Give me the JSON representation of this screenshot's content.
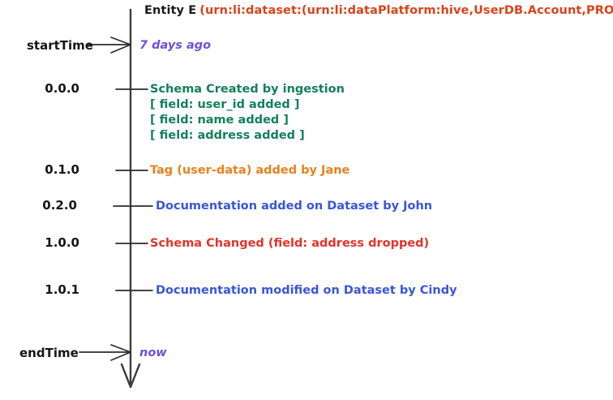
{
  "diagram": {
    "kind": "entity-version-timeline",
    "title": {
      "entity_label": "Entity E",
      "entity_urn": "(urn:li:dataset:(urn:li:dataPlatform:hive,UserDB.Account,PROD)"
    },
    "bounds": {
      "start": {
        "label": "startTime",
        "value": "7 days ago"
      },
      "end": {
        "label": "endTime",
        "value": "now"
      }
    },
    "colors": {
      "green": "#14805a",
      "orange": "#e8811e",
      "blue": "#3a55d8",
      "red": "#e0342a",
      "purple": "#6b52d6",
      "urn": "#d9431a",
      "axis": "#3d3d3d",
      "text": "#151515",
      "background": "#ffffff"
    },
    "events": [
      {
        "version": "0.0.0",
        "color_key": "green",
        "lines": [
          "Schema Created by ingestion",
          "[ field: user_id added ]",
          "[ field: name added ]",
          "[ field: address added ]"
        ]
      },
      {
        "version": "0.1.0",
        "color_key": "orange",
        "lines": [
          "Tag (user-data) added by Jane"
        ]
      },
      {
        "version": "0.2.0",
        "color_key": "blue",
        "lines": [
          "Documentation added on Dataset by John"
        ]
      },
      {
        "version": "1.0.0",
        "color_key": "red",
        "lines": [
          "Schema Changed (field: address dropped)"
        ]
      },
      {
        "version": "1.0.1",
        "color_key": "blue",
        "lines": [
          "Documentation modified on Dataset by Cindy"
        ]
      }
    ]
  }
}
